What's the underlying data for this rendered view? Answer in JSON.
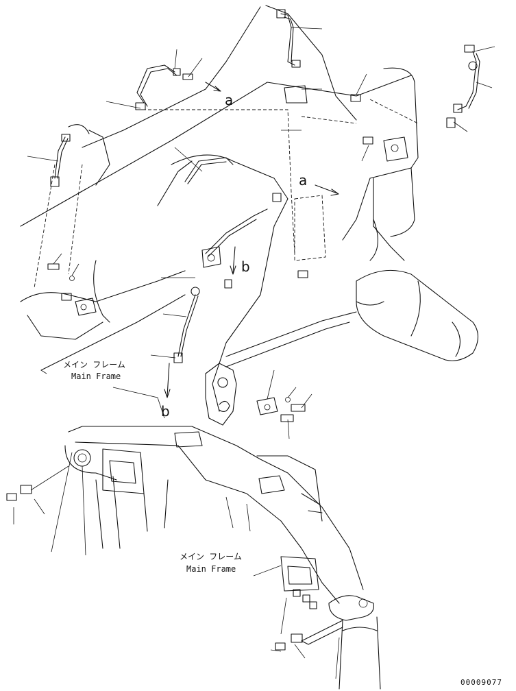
{
  "labels": {
    "frame_upper_jp": "メイン  フレーム",
    "frame_upper_en": "Main Frame",
    "frame_lower_jp": "メイン  フレーム",
    "frame_lower_en": "Main Frame"
  },
  "refs": {
    "a_left": "a",
    "a_right": "a",
    "b_mid": "b",
    "b_lower": "b"
  },
  "drawing_code": "00009077"
}
